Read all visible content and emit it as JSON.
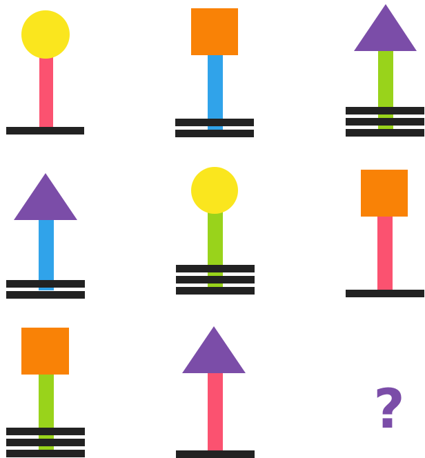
{
  "puzzle": {
    "colors": {
      "yellow": "#FAE61E",
      "orange": "#F98206",
      "purple": "#7B4DA8",
      "pink": "#FB5270",
      "blue": "#30A3EA",
      "green": "#99D31B",
      "black": "#222222"
    },
    "cells": [
      {
        "shape": "circle",
        "stem_color": "pink",
        "base_lines": 1
      },
      {
        "shape": "square",
        "stem_color": "blue",
        "base_lines": 2
      },
      {
        "shape": "triangle",
        "stem_color": "green",
        "base_lines": 3
      },
      {
        "shape": "triangle",
        "stem_color": "blue",
        "base_lines": 2
      },
      {
        "shape": "circle",
        "stem_color": "green",
        "base_lines": 3
      },
      {
        "shape": "square",
        "stem_color": "pink",
        "base_lines": 1
      },
      {
        "shape": "square",
        "stem_color": "green",
        "base_lines": 3
      },
      {
        "shape": "triangle",
        "stem_color": "pink",
        "base_lines": 1
      }
    ],
    "missing": {
      "label": "?",
      "color": "#7B4DA8"
    }
  }
}
